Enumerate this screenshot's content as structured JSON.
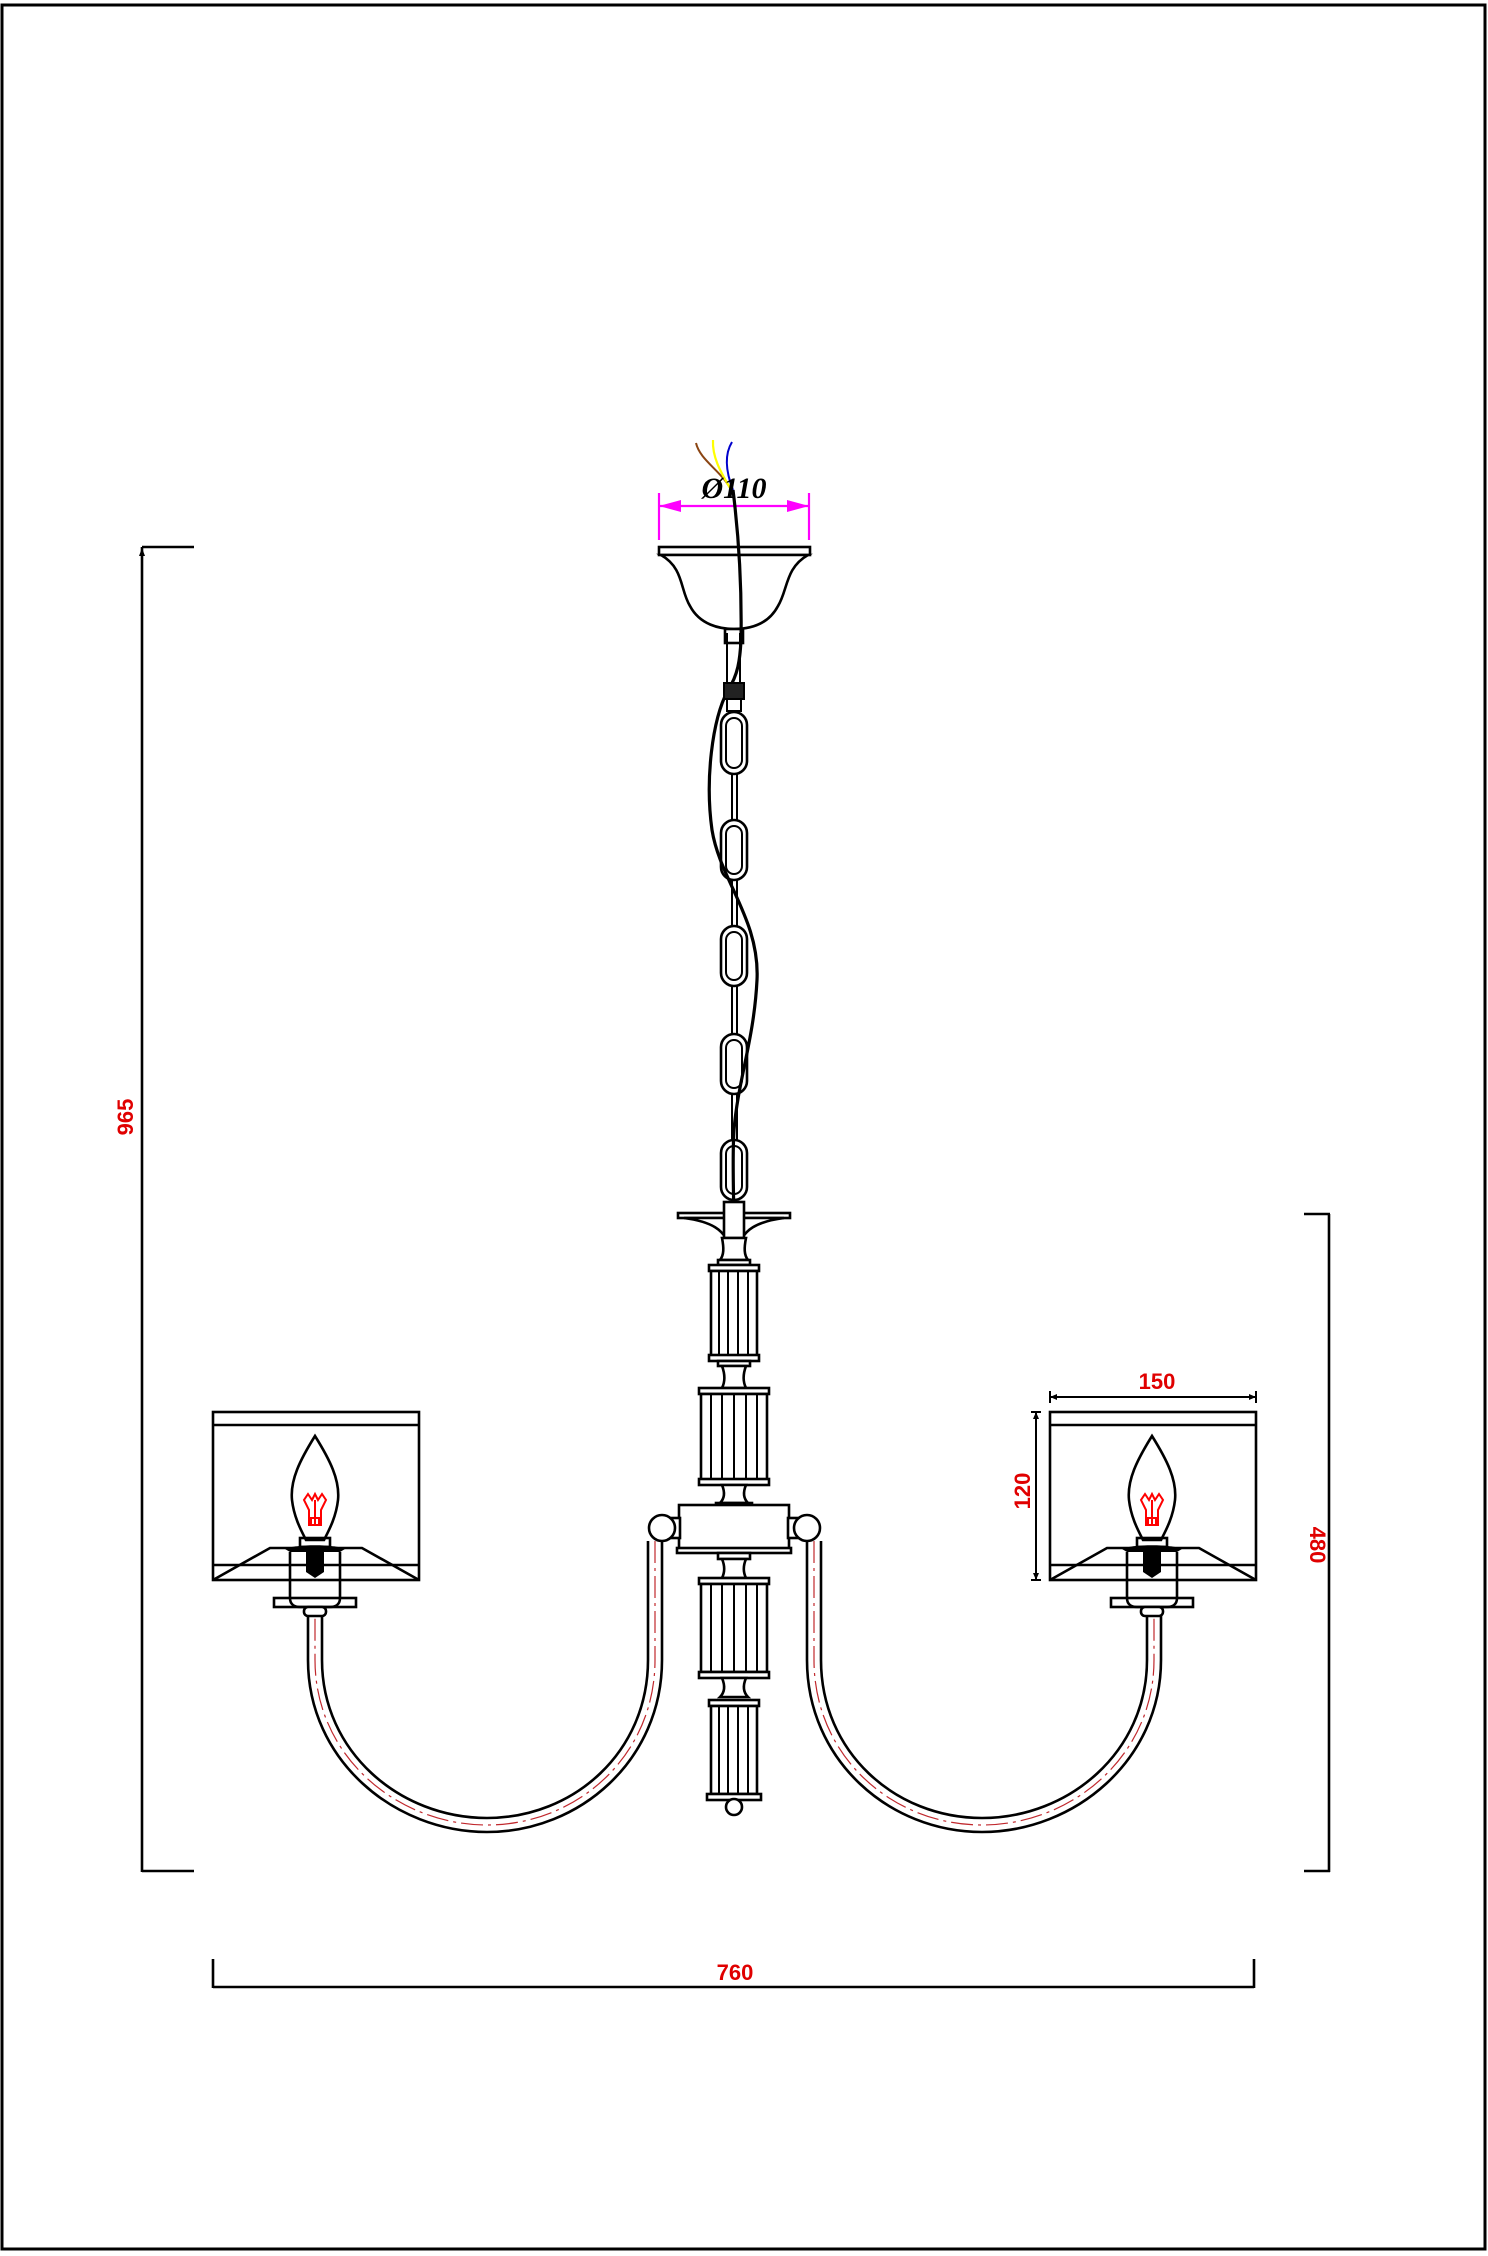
{
  "drawing": {
    "subject": "Pendant chandelier, 2 arms with square shades",
    "colors": {
      "lines": "#000000",
      "dimension_text": "#e00000",
      "diameter_dimension": "#ff00ff",
      "centerline": "#c0282d",
      "filament": "#ff0000",
      "wire_brown": "#8b4513",
      "wire_yellow": "#ffff00",
      "wire_blue": "#0000cc"
    },
    "dimensions": {
      "canopy_diameter": "Ø110",
      "total_height": "965",
      "body_height": "480",
      "total_width": "760",
      "shade_width": "150",
      "shade_height": "120"
    }
  }
}
